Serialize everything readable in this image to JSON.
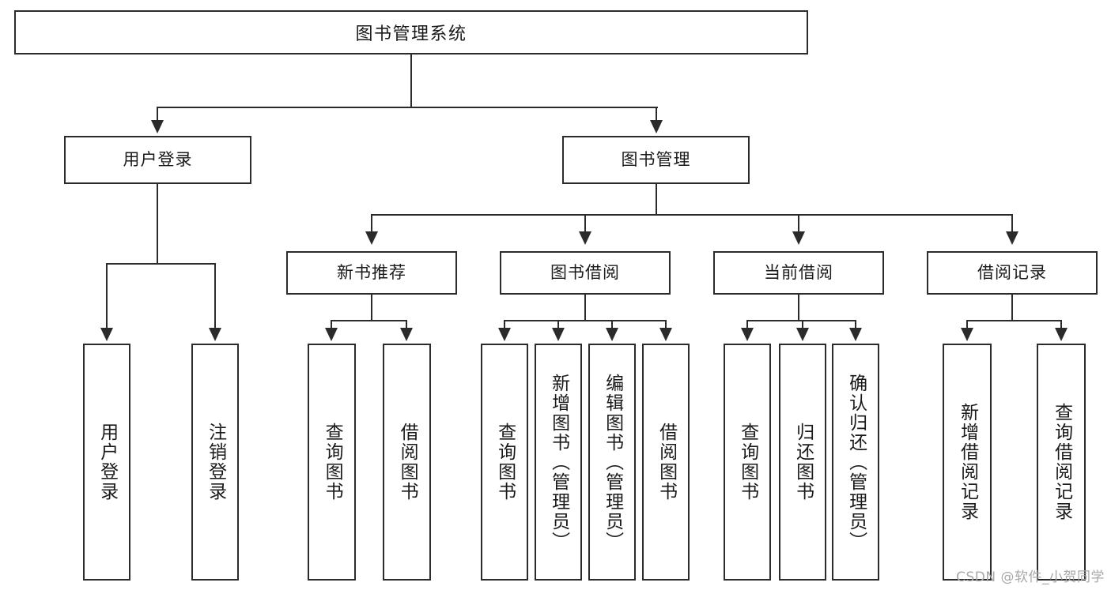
{
  "diagram": {
    "title": "图书管理系统",
    "type": "tree-hierarchy-diagram",
    "root": {
      "label": "图书管理系统"
    },
    "level2": [
      {
        "label": "用户登录"
      },
      {
        "label": "图书管理"
      }
    ],
    "level3": [
      {
        "label": "新书推荐"
      },
      {
        "label": "图书借阅"
      },
      {
        "label": "当前借阅"
      },
      {
        "label": "借阅记录"
      }
    ],
    "leaves": {
      "user_login": [
        {
          "label": "用户登录"
        },
        {
          "label": "注销登录"
        }
      ],
      "new_book_recommend": [
        {
          "label": "查询图书"
        },
        {
          "label": "借阅图书"
        }
      ],
      "book_borrow": [
        {
          "label": "查询图书"
        },
        {
          "label": "新增图书（管理员）"
        },
        {
          "label": "编辑图书（管理员）"
        },
        {
          "label": "借阅图书"
        }
      ],
      "current_borrow": [
        {
          "label": "查询图书"
        },
        {
          "label": "归还图书"
        },
        {
          "label": "确认归还（管理员）"
        }
      ],
      "borrow_record": [
        {
          "label": "新增借阅记录"
        },
        {
          "label": "查询借阅记录"
        }
      ]
    }
  },
  "watermark": {
    "text": "CSDN @软件_小贺同学"
  },
  "colors": {
    "stroke": "#2b2b2b",
    "background": "#ffffff",
    "text": "#1a1a1a",
    "watermark": "#a8a8a8"
  }
}
